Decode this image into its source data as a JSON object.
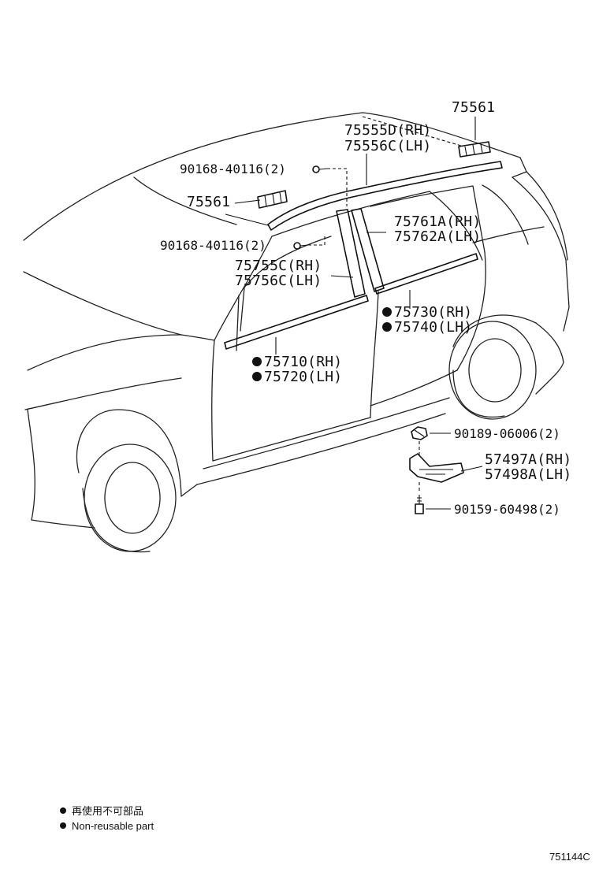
{
  "callouts": {
    "clip_roof_rear": "75561",
    "roof_mold_rh": "75555D(RH)",
    "roof_mold_lh": "75556C(LH)",
    "screw_upper": "90168-40116(2)",
    "clip_roof_front": "75561",
    "screw_lower": "90168-40116(2)",
    "pillar_rear_rh": "75761A(RH)",
    "pillar_rear_lh": "75762A(LH)",
    "pillar_front_rh": "75755C(RH)",
    "pillar_front_lh": "75756C(LH)",
    "belt_rear_rh": "75730(RH)",
    "belt_rear_lh": "75740(LH)",
    "belt_front_rh": "75710(RH)",
    "belt_front_lh": "75720(LH)",
    "nut": "90189-06006(2)",
    "mudguard_rh": "57497A(RH)",
    "mudguard_lh": "57498A(LH)",
    "bolt": "90159-60498(2)"
  },
  "legend": {
    "line_jp": "再使用不可部品",
    "line_en": "Non-reusable part"
  },
  "figure_code": "751144C"
}
